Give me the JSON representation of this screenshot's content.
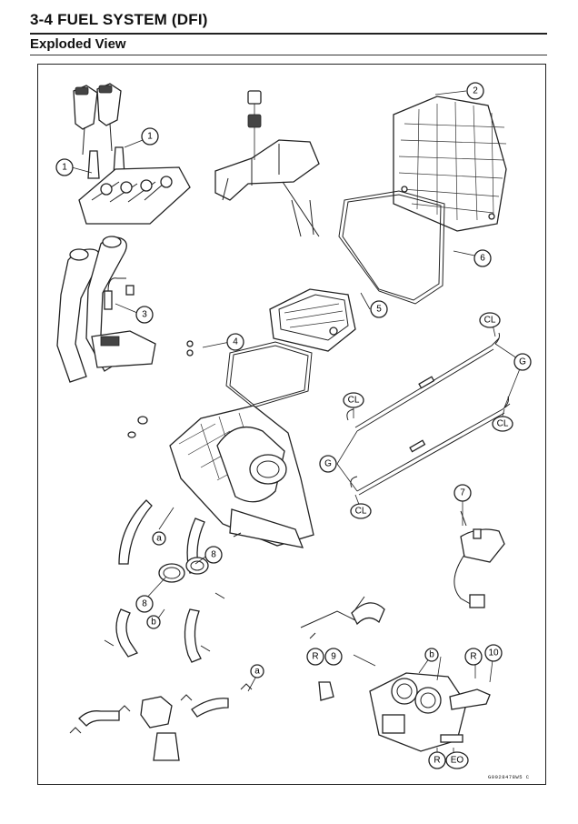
{
  "header": {
    "section_title": "3-4 FUEL SYSTEM (DFI)",
    "subtitle": "Exploded View"
  },
  "diagram": {
    "figure_code": "G0028478W5 C",
    "callouts": [
      "1",
      "1",
      "2",
      "3",
      "4",
      "5",
      "6",
      "7",
      "8",
      "8",
      "9",
      "10",
      "a",
      "a",
      "b",
      "b",
      "G",
      "G",
      "CL",
      "CL",
      "CL",
      "CL",
      "R",
      "R",
      "R",
      "EO"
    ]
  }
}
